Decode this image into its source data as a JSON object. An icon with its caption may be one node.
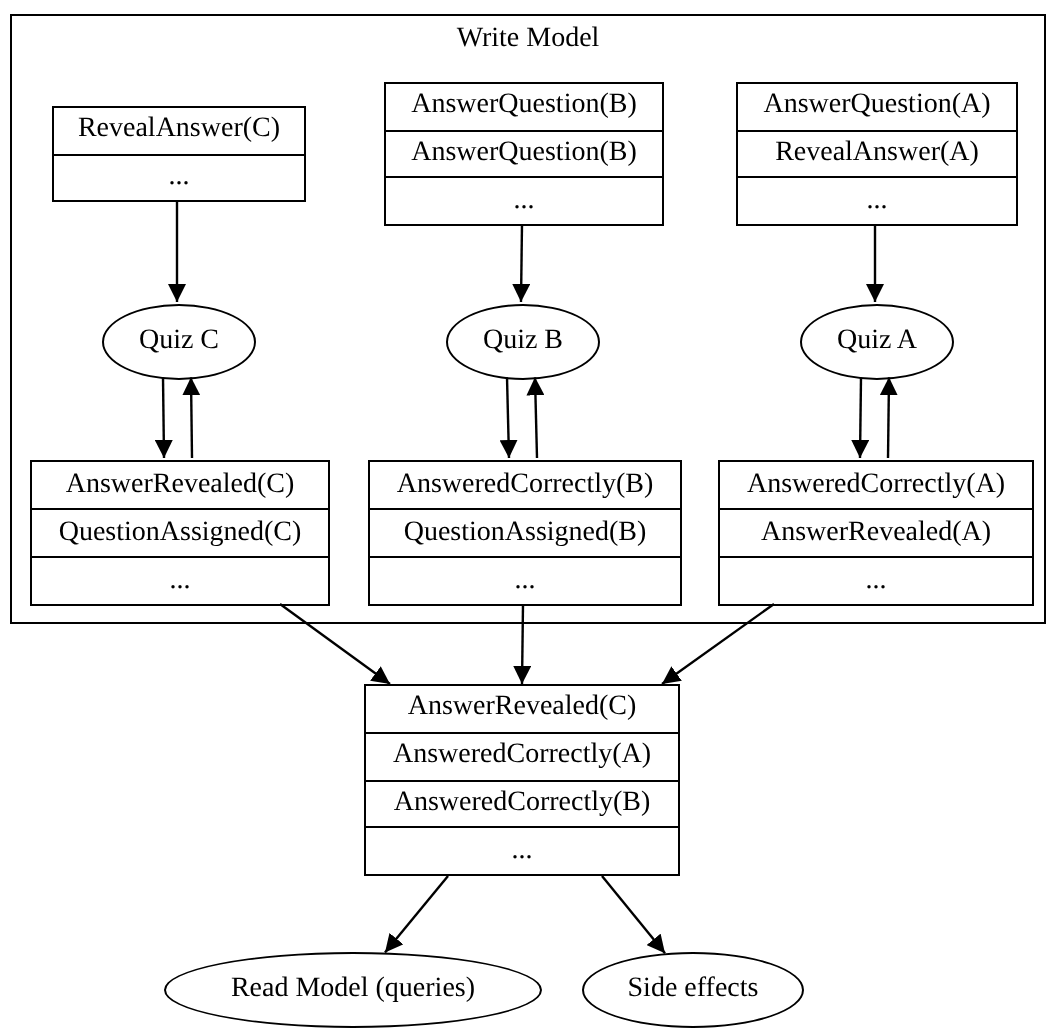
{
  "diagram": {
    "nodes": [
      {
        "text": [
          "Write Model"
        ]
      },
      {
        "text": [
          "RevealAnswer(C)",
          "..."
        ],
        "in": 0
      },
      {
        "text": [
          "AnswerQuestion(B)",
          "AnswerQuestion(B)",
          "..."
        ],
        "in": 0
      },
      {
        "text": [
          "AnswerQuestion(A)",
          "RevealAnswer(A)",
          "..."
        ],
        "in": 0
      },
      {
        "text": [
          "Quiz C"
        ],
        "in": 0
      },
      {
        "text": [
          "Quiz B"
        ],
        "in": 0
      },
      {
        "text": [
          "Quiz A"
        ],
        "in": 0
      },
      {
        "text": [
          "AnswerRevealed(C)",
          "QuestionAssigned(C)",
          "..."
        ],
        "in": 0
      },
      {
        "text": [
          "AnsweredCorrectly(B)",
          "QuestionAssigned(B)",
          "..."
        ],
        "in": 0
      },
      {
        "text": [
          "AnsweredCorrectly(A)",
          "AnswerRevealed(A)",
          "..."
        ],
        "in": 0
      },
      {
        "text": [
          "AnswerRevealed(C)",
          "AnsweredCorrectly(A)",
          "AnsweredCorrectly(B)",
          "..."
        ]
      },
      {
        "text": [
          "Read Model (queries)"
        ]
      },
      {
        "text": [
          "Side effects"
        ]
      }
    ],
    "edges": [
      {
        "from": 1,
        "to": 4,
        "arrow": "to"
      },
      {
        "from": 2,
        "to": 5,
        "arrow": "to"
      },
      {
        "from": 3,
        "to": 6,
        "arrow": "to"
      },
      {
        "from": 4,
        "to": 7,
        "arrow": "to"
      },
      {
        "from": 7,
        "to": 4,
        "arrow": "to"
      },
      {
        "from": 5,
        "to": 8,
        "arrow": "to"
      },
      {
        "from": 8,
        "to": 5,
        "arrow": "to"
      },
      {
        "from": 6,
        "to": 9,
        "arrow": "to"
      },
      {
        "from": 9,
        "to": 6,
        "arrow": "to"
      },
      {
        "from": 7,
        "to": 10,
        "arrow": "to"
      },
      {
        "from": 8,
        "to": 10,
        "arrow": "to"
      },
      {
        "from": 9,
        "to": 10,
        "arrow": "to"
      },
      {
        "from": 10,
        "to": 11,
        "arrow": "to"
      },
      {
        "from": 10,
        "to": 12,
        "arrow": "to"
      }
    ]
  }
}
